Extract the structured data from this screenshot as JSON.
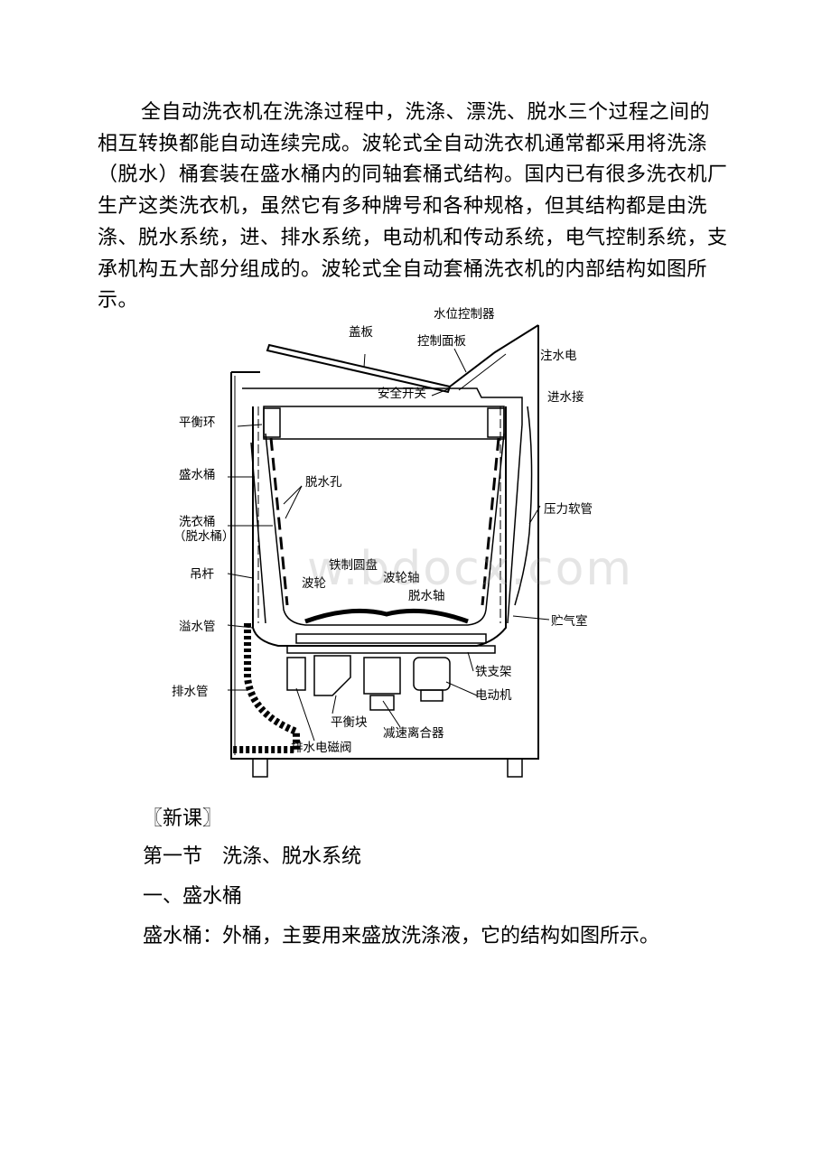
{
  "intro": [
    "全自动洗衣机在洗涤过程中，洗涤、漂洗、脱水三个过程之间的相互转换都能自动连续完成。波轮式全自动洗衣机通常都采用将洗涤（脱水）桶套装在盛水桶内的同轴套桶式结构。国内已有很多洗衣机厂生产这类洗衣机，虽然它有多种牌号和各种规格，但其结构都是由洗涤、脱水系统，进、排水系统，电动机和传动系统，电气控制系统，支承机构五大部分组成的。波轮式全自动套桶洗衣机的内部结构如图所示。"
  ],
  "diagram": {
    "labels": {
      "water_level": "水位控制器",
      "lid": "盖板",
      "control_panel": "控制面板",
      "inlet_valve": "注水电",
      "safety_switch": "安全开关",
      "inlet_joint": "进水接",
      "balance_ring": "平衡环",
      "outer_tub": "盛水桶",
      "spin_holes": "脱水孔",
      "inner_tub_1": "洗衣桶",
      "inner_tub_2": "（脱水桶）",
      "pressure_hose": "压力软管",
      "iron_disc": "铁制圆盘",
      "pulsator": "波轮",
      "pulsator_shaft": "波轮轴",
      "spin_shaft": "脱水轴",
      "suspension_rod": "吊杆",
      "air_chamber": "贮气室",
      "overflow_pipe": "溢水管",
      "iron_bracket": "铁支架",
      "drain_pipe": "排水管",
      "motor": "电动机",
      "counterweight": "平衡块",
      "clutch": "减速离合器",
      "drain_valve": "排水电磁阀"
    }
  },
  "watermark": "w.bdocx.com",
  "sections": {
    "new_lesson": "〖新课〗",
    "section_title": "第一节　洗涤、脱水系统",
    "sub_title": "一、盛水桶",
    "body": "盛水桶：外桶，主要用来盛放洗涤液，它的结构如图所示。"
  }
}
